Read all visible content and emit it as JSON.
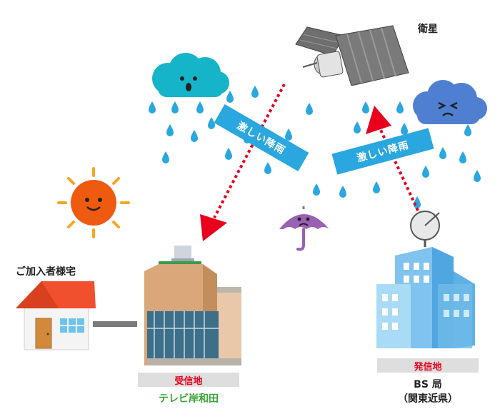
{
  "labels": {
    "satellite": "衛星",
    "home": "ご加入者様宅",
    "rain_left": "激しい降雨",
    "rain_right": "激しい降雨",
    "receive_site": "受信地",
    "station_name": "テレビ岸和田",
    "send_site": "発信地",
    "bs_station": "BS 局",
    "bs_region": "（関東近県）"
  },
  "colors": {
    "rain_banner": "#2aa7df",
    "arrow_red": "#e8001d",
    "station_green": "#3aa336",
    "raindrop": "#2aa7df"
  }
}
